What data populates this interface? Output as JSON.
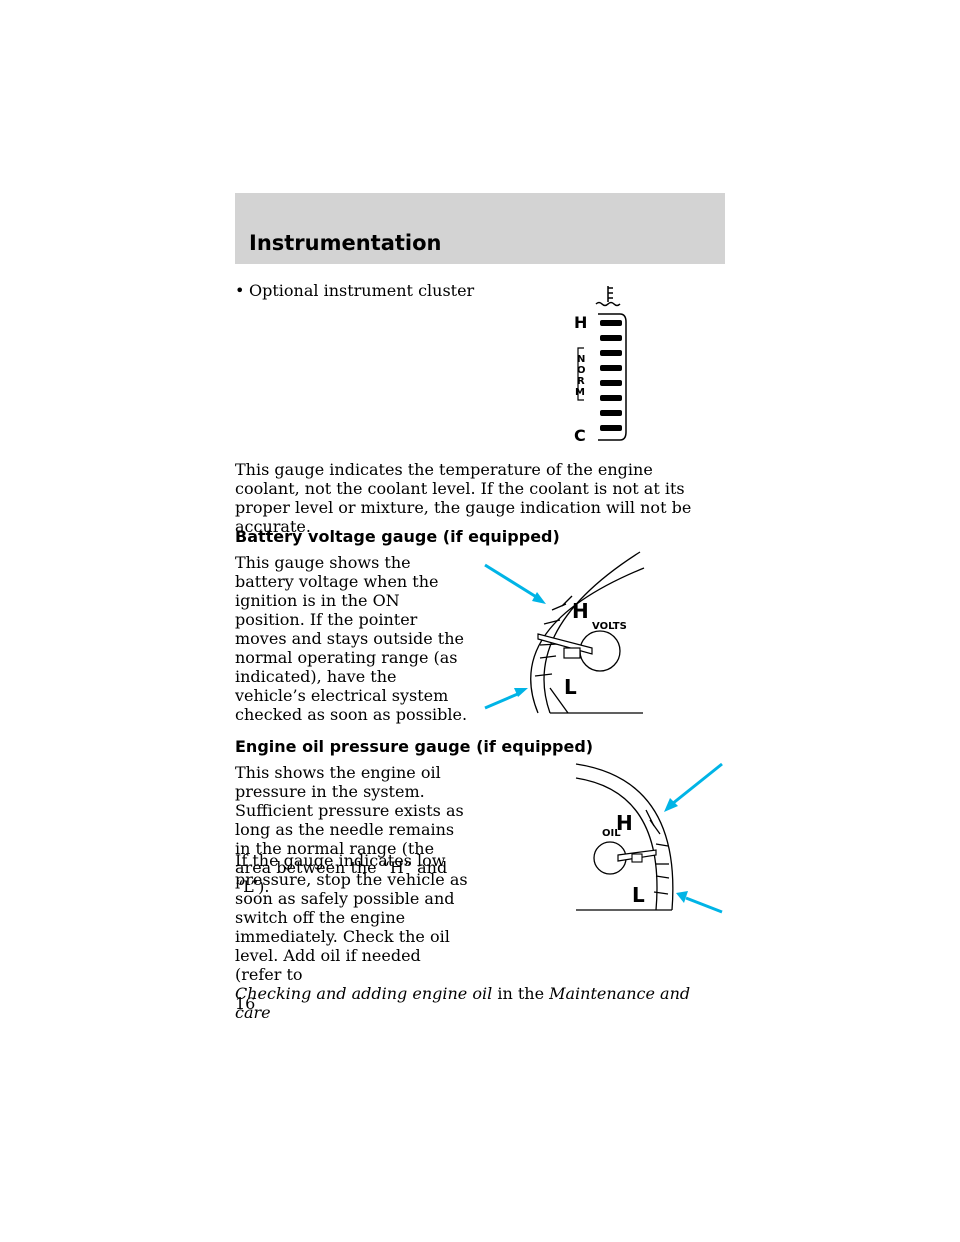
{
  "header": {
    "title": "Instrumentation"
  },
  "bullet": {
    "mark": "•",
    "text": "Optional instrument cluster"
  },
  "coolant_gauge": {
    "hot_label": "H",
    "cold_label": "C",
    "norm_letters": [
      "N",
      "O",
      "R",
      "M"
    ],
    "icon": "coolant-temperature-icon"
  },
  "coolant_paragraph": "This gauge indicates the temperature of the engine coolant, not the coolant level. If the coolant is not at its proper level or mixture, the gauge indication will not be accurate.",
  "battery": {
    "heading": "Battery voltage gauge (if equipped)",
    "paragraph": "This gauge shows the battery voltage when the ignition is in the ON position. If the pointer moves and stays outside the normal operating range (as indicated), have the vehicle’s electrical system checked as soon as possible.",
    "gauge_high": "H",
    "gauge_low": "L",
    "gauge_label": "VOLTS",
    "accent_color": "#00b4e6"
  },
  "oil": {
    "heading": "Engine oil pressure gauge (if equipped)",
    "paragraph1": "This shows the engine oil pressure in the system. Sufficient pressure exists as long as the needle remains in the normal range (the area between the “H” and “L”).",
    "paragraph2_lead": "If the gauge indicates low pressure, stop the vehicle as soon as safely possible and switch off the engine immediately. Check the oil level. Add oil if needed (refer to",
    "paragraph2_ref": "Checking and adding engine oil",
    "paragraph2_mid": " in the ",
    "paragraph2_section": "Maintenance and care",
    "gauge_high": "H",
    "gauge_low": "L",
    "gauge_label": "OIL",
    "accent_color": "#00b4e6"
  },
  "page_number": "16"
}
